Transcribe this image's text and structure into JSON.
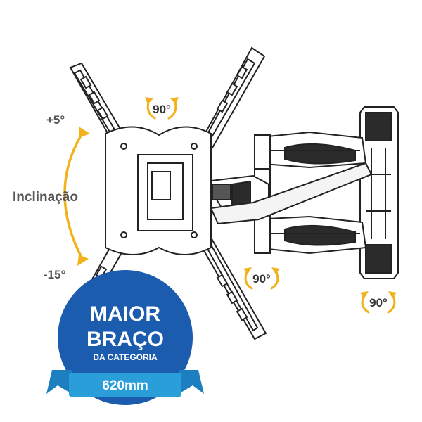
{
  "tilt": {
    "title": "Inclinação",
    "up": "+5°",
    "down": "-15°"
  },
  "swivel": {
    "plate": "90°",
    "arm": "90°",
    "wall": "90°"
  },
  "badge": {
    "line1": "MAIOR",
    "line2": "BRAÇO",
    "line3": "DA CATEGORIA",
    "size": "620mm"
  },
  "colors": {
    "accent": "#f2b21b",
    "badge_blue": "#1b5cae",
    "ribbon_blue": "#2a9ed8",
    "line": "#222222"
  }
}
